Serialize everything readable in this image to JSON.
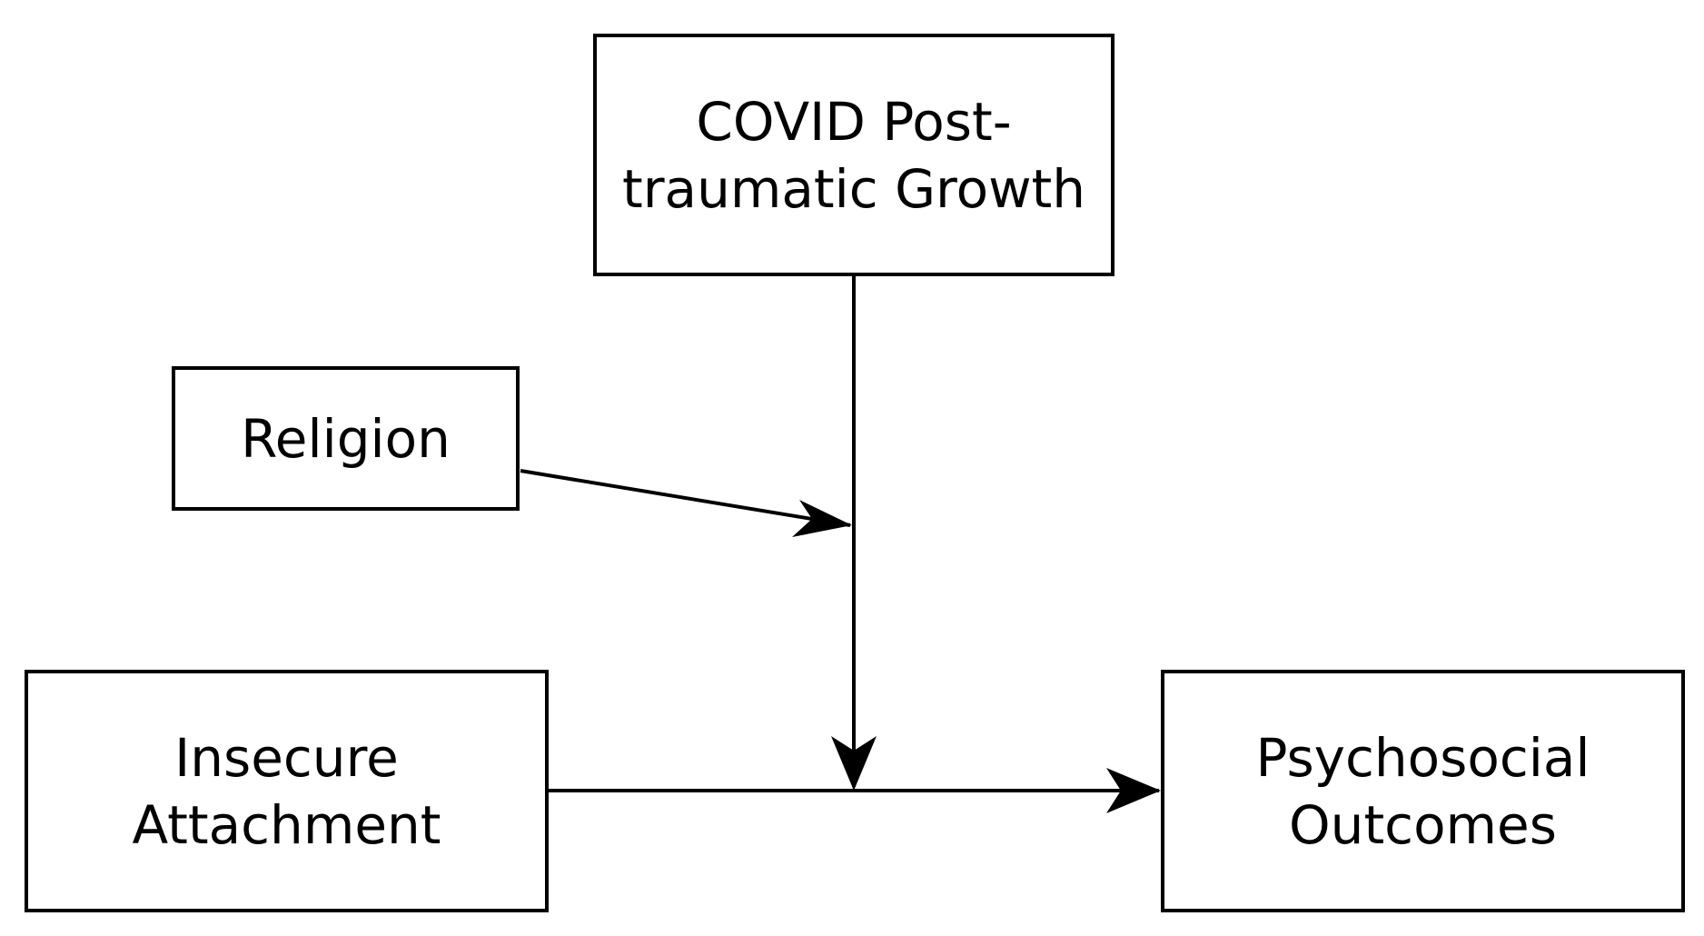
{
  "nodes": {
    "covid_ptg": {
      "label": "COVID Post-\ntraumatic Growth"
    },
    "religion": {
      "label": "Religion"
    },
    "insecure_attachment": {
      "label": "Insecure\nAttachment"
    },
    "psychosocial_outcomes": {
      "label": "Psychosocial\nOutcomes"
    }
  },
  "edges": [
    {
      "from": "insecure_attachment",
      "to": "psychosocial_outcomes",
      "kind": "direct"
    },
    {
      "from": "covid_ptg",
      "to": "insecure_attachment -> psychosocial_outcomes",
      "kind": "moderation"
    },
    {
      "from": "religion",
      "to": "covid_ptg -> moderation path",
      "kind": "moderation"
    }
  ],
  "colors": {
    "stroke": "#000000",
    "background": "#ffffff",
    "text": "#000000"
  }
}
